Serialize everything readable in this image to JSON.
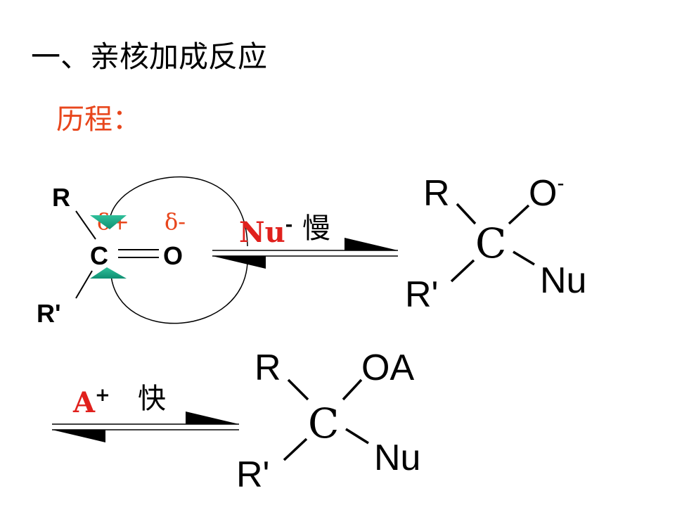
{
  "title": "一、亲核加成反应",
  "subtitle": "历程：",
  "reactant": {
    "r_top": "R",
    "carbon": "C",
    "oxygen": "O",
    "r_bottom": "R'",
    "delta_plus": "δ+",
    "delta_minus": "δ-"
  },
  "step1": {
    "reagent": "Nu",
    "reagent_charge": "-",
    "rate": "慢"
  },
  "intermediate": {
    "r_top": "R",
    "oxygen": "O",
    "oxygen_charge": "-",
    "carbon": "C",
    "r_bottom": "R'",
    "nu": "Nu"
  },
  "step2": {
    "reagent": "A",
    "reagent_charge": "+",
    "rate": "快"
  },
  "product": {
    "r_top": "R",
    "oa": "OA",
    "carbon": "C",
    "r_bottom": "R'",
    "nu": "Nu"
  },
  "colors": {
    "highlight": "#e8461c",
    "arrowhead": "#1fa98a",
    "reagent_red": "#e0201c"
  }
}
